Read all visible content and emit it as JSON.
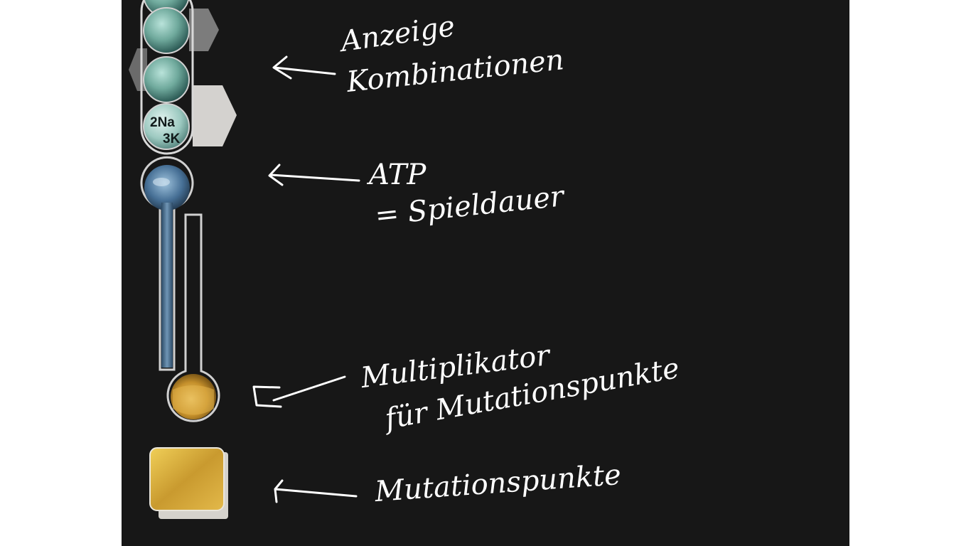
{
  "hud": {
    "combination_slot": {
      "ion_label_top": "2Na",
      "ion_label_bottom": "3K"
    },
    "atp_meter": {
      "icon": "atp-thermometer-icon"
    },
    "multiplier_bulb": {
      "icon": "multiplier-bulb-icon"
    },
    "mutation_points_box": {
      "icon": "mutation-points-box-icon"
    }
  },
  "annotations": {
    "combinations": {
      "line1": "Anzeige",
      "line2": "Kombinationen"
    },
    "atp": {
      "line1": "ATP",
      "line2": "= Spieldauer"
    },
    "multiplier": {
      "line1": "Multiplikator",
      "line2": "für Mutationspunkte"
    },
    "mutation_points": {
      "line1": "Mutationspunkte"
    }
  },
  "colors": {
    "background": "#171717",
    "ink": "#ffffff",
    "sphere": "#6fa99c",
    "atp_fluid": "#3f6a8c",
    "gold": "#d8ab3a"
  }
}
